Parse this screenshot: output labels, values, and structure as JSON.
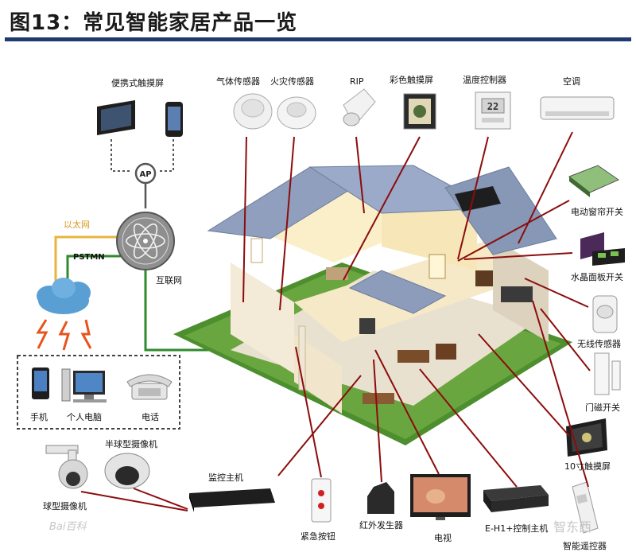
{
  "figure_title": "图13：常见智能家居产品一览",
  "labels": {
    "portable_touchscreen": "便携式触摸屏",
    "gas_sensor": "气体传感器",
    "fire_sensor": "火灾传感器",
    "rip": "RIP",
    "color_touchscreen": "彩色触摸屏",
    "temp_controller": "温度控制器",
    "air_conditioner": "空调",
    "ap": "AP",
    "ethernet": "以太网",
    "pstmn": "PSTMN",
    "internet": "互联网",
    "curtain_switch": "电动窗帘开关",
    "crystal_panel_switch": "水晶面板开关",
    "wireless_sensor": "无线传感器",
    "door_magnet_switch": "门磁开关",
    "touchscreen_10": "10寸触摸屏",
    "phone": "手机",
    "pc": "个人电脑",
    "telephone": "电话",
    "dome_camera": "半球型摄像机",
    "ball_camera": "球型摄像机",
    "monitor_host": "监控主机",
    "emergency_button": "紧急按钮",
    "ir_emitter": "红外发生器",
    "tv": "电视",
    "e_h1_host": "E-H1+控制主机",
    "smart_remote": "智能遥控器",
    "tv_display": "22"
  },
  "watermarks": {
    "baidu": "Bai百科",
    "zhidongxi": "智东西"
  },
  "colors": {
    "title_rule": "#1f3a6e",
    "leader_red": "#8b0d0d",
    "green_line": "#2e8b2e",
    "orange_line": "#e8b43c",
    "cloud_blue": "#5a9fd4",
    "lightning": "#e8531c"
  }
}
